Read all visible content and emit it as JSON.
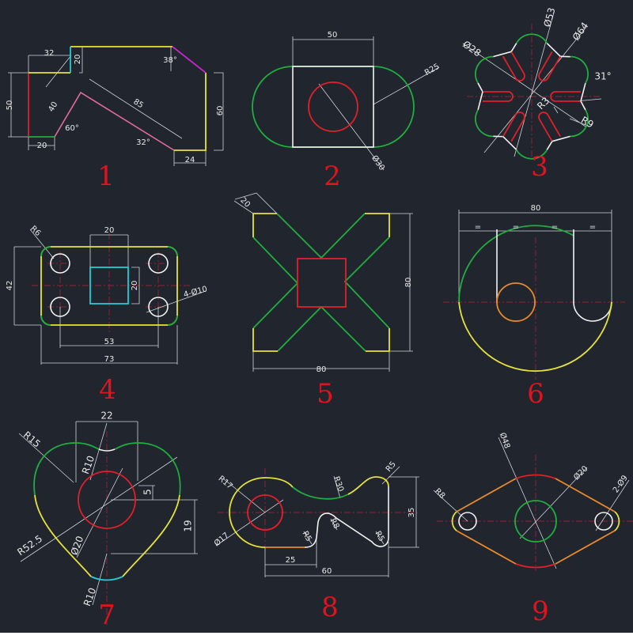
{
  "colors": {
    "background": "#20252e",
    "label": "#e0141e",
    "yellow": "#e6e23a",
    "green": "#1fae3f",
    "red": "#e0202a",
    "cyan": "#28c9d6",
    "white": "#f2f2f2"
  },
  "drawings": [
    {
      "number": "1",
      "dims": [
        "32",
        "20",
        "38°",
        "50",
        "40",
        "60°",
        "85",
        "32°",
        "60",
        "20",
        "24"
      ]
    },
    {
      "number": "2",
      "dims": [
        "50",
        "R25",
        "Ø30"
      ]
    },
    {
      "number": "3",
      "dims": [
        "Ø28",
        "Ø53",
        "Ø64",
        "31°",
        "R3",
        "R9"
      ],
      "slot_count": 6
    },
    {
      "number": "4",
      "dims": [
        "R6",
        "20",
        "20",
        "4-Ø10",
        "53",
        "73",
        "42"
      ]
    },
    {
      "number": "5",
      "dims": [
        "20",
        "80",
        "80"
      ]
    },
    {
      "number": "6",
      "dims": [
        "80",
        "=",
        "=",
        "=",
        "="
      ]
    },
    {
      "number": "7",
      "dims": [
        "22",
        "R15",
        "R10",
        "5",
        "19",
        "R52.5",
        "Ø20",
        "R10"
      ]
    },
    {
      "number": "8",
      "dims": [
        "R17",
        "Ø17",
        "R30",
        "R5",
        "R8",
        "R5",
        "R5",
        "35",
        "25",
        "60"
      ]
    },
    {
      "number": "9",
      "dims": [
        "Ø48",
        "Ø20",
        "R8",
        "2-Ø9"
      ]
    }
  ]
}
